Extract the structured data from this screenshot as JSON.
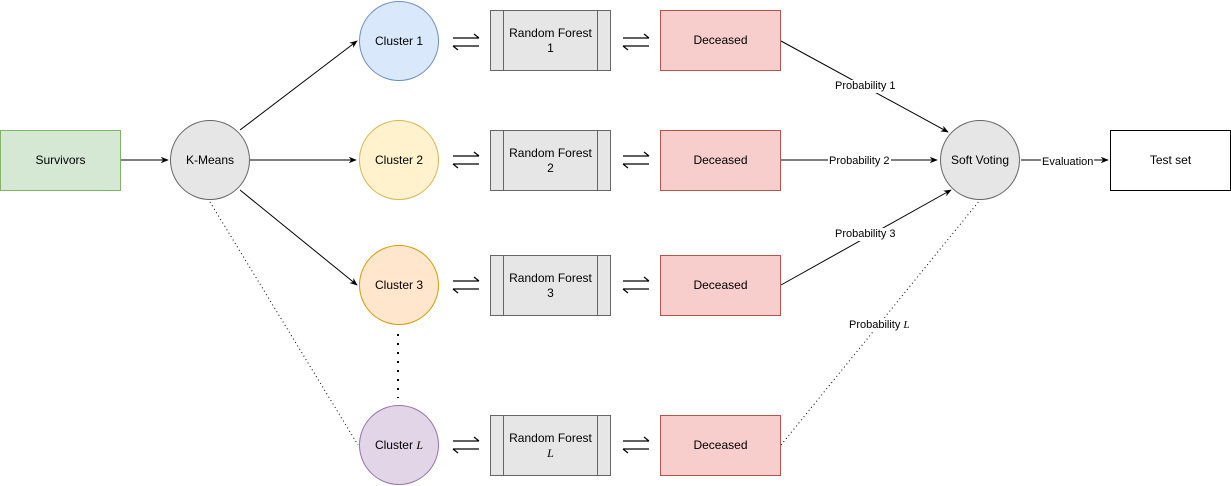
{
  "nodes": {
    "survivors": "Survivors",
    "kmeans": "K-Means",
    "cluster1": "Cluster 1",
    "cluster2": "Cluster 2",
    "cluster3": "Cluster 3",
    "clusterL_prefix": "Cluster",
    "clusterL_var": "L",
    "rf1_line1": "Random Forest",
    "rf1_line2": "1",
    "rf2_line1": "Random Forest",
    "rf2_line2": "2",
    "rf3_line1": "Random Forest",
    "rf3_line2": "3",
    "rfL_line1": "Random Forest",
    "rfL_var": "L",
    "deceased1": "Deceased",
    "deceased2": "Deceased",
    "deceased3": "Deceased",
    "deceasedL": "Deceased",
    "soft_voting": "Soft Voting",
    "test_set": "Test set"
  },
  "edge_labels": {
    "prob1": "Probability 1",
    "prob2": "Probability 2",
    "prob3": "Probability 3",
    "probL_prefix": "Probability",
    "probL_var": "L",
    "evaluation": "Evaluation"
  },
  "colors": {
    "survivors_fill": "#d5e8d4",
    "survivors_stroke": "#82b366",
    "cluster1_fill": "#dae8fc",
    "cluster1_stroke": "#6c8ebf",
    "cluster2_fill": "#fff2cc",
    "cluster2_stroke": "#d6b656",
    "cluster3_fill": "#ffe6cc",
    "cluster3_stroke": "#d79b00",
    "clusterL_fill": "#e1d5e7",
    "clusterL_stroke": "#9673a6",
    "deceased_fill": "#f8cecc",
    "deceased_stroke": "#b85450",
    "gray_fill": "#e6e6e6",
    "gray_stroke": "#666666"
  }
}
